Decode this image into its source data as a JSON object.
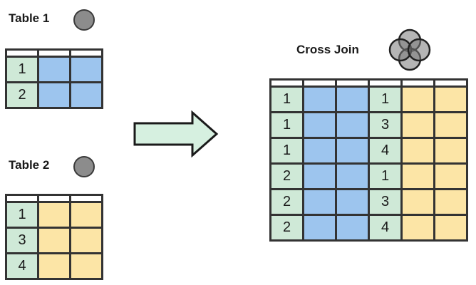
{
  "table1": {
    "title": "Table 1",
    "rows": [
      {
        "key": "1"
      },
      {
        "key": "2"
      }
    ]
  },
  "table2": {
    "title": "Table 2",
    "rows": [
      {
        "key": "1"
      },
      {
        "key": "3"
      },
      {
        "key": "4"
      }
    ]
  },
  "result": {
    "title": "Cross Join",
    "rows": [
      {
        "left_key": "1",
        "right_key": "1"
      },
      {
        "left_key": "1",
        "right_key": "3"
      },
      {
        "left_key": "1",
        "right_key": "4"
      },
      {
        "left_key": "2",
        "right_key": "1"
      },
      {
        "left_key": "2",
        "right_key": "3"
      },
      {
        "left_key": "2",
        "right_key": "4"
      }
    ]
  },
  "colors": {
    "key": "#cfe9d7",
    "table1_fill": "#9dc5ee",
    "table2_fill": "#fce5a6",
    "arrow_fill": "#d6f0e0",
    "circle_fill": "#8c8c8c"
  },
  "icons": {
    "table1_marker": "gray-circle-icon",
    "table2_marker": "gray-circle-icon",
    "cross_join": "four-circle-venn-icon",
    "transform": "right-arrow-icon"
  }
}
